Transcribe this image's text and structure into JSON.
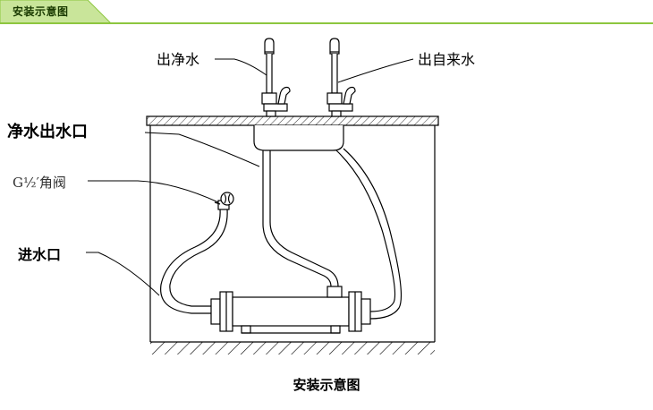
{
  "header": {
    "title": "安装示意图"
  },
  "labels": {
    "outlet_pure": "出净水",
    "outlet_tap": "出自来水",
    "pure_port": "净水出水口",
    "angle_valve": "G½′角阀",
    "inlet": "进水口"
  },
  "caption": "安装示意图",
  "colors": {
    "accent": "#8dc63f",
    "header_fill": "#c9e59a",
    "stroke": "#000000"
  }
}
